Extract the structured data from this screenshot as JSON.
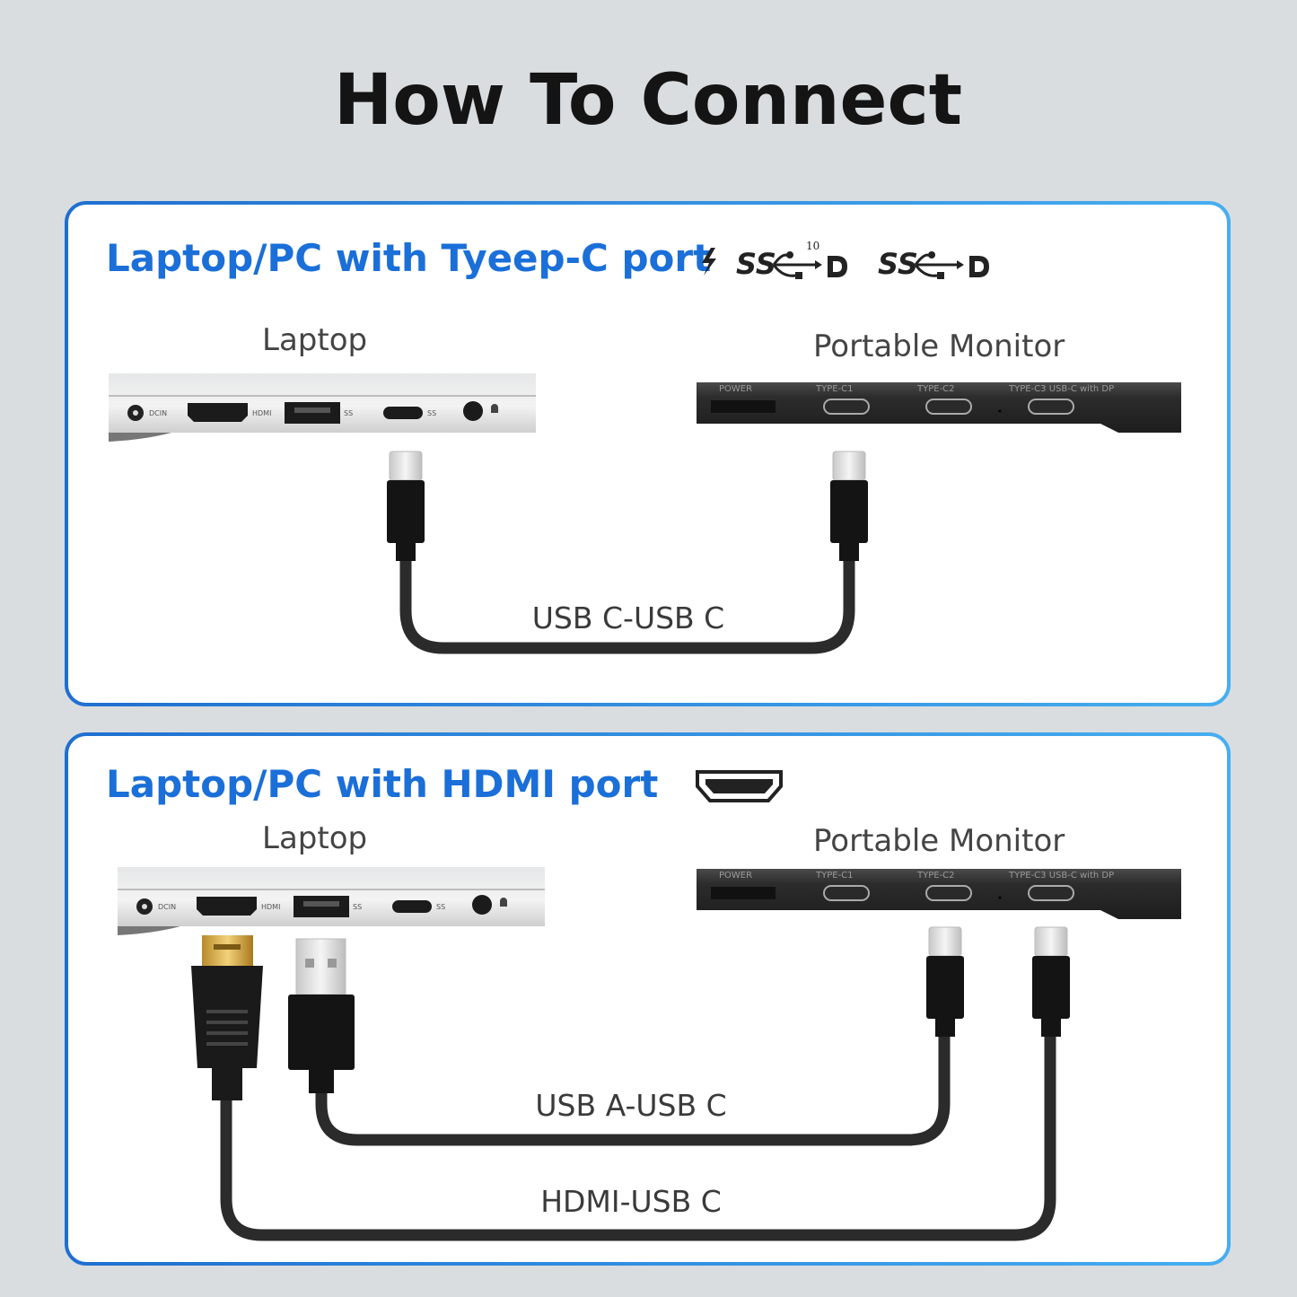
{
  "title": "How To Connect",
  "colors": {
    "background": "#d9dde0",
    "heading": "#1a6fd8",
    "panel_border": "#2a8be0",
    "cable": "#2b2b2b"
  },
  "section1": {
    "heading": "Laptop/PC with Tyeep-C port",
    "icons": [
      "thunderbolt-icon",
      "superspeed-usb-10-icon",
      "displayport-icon",
      "superspeed-usb-icon",
      "displayport-icon"
    ],
    "usb_speed_badge": "10",
    "ss_mark": "SS",
    "laptop_label": "Laptop",
    "monitor_label": "Portable Monitor",
    "cable_label": "USB C-USB C"
  },
  "section2": {
    "heading": "Laptop/PC with HDMI port",
    "icons": [
      "hdmi-port-icon"
    ],
    "laptop_label": "Laptop",
    "monitor_label": "Portable Monitor",
    "cable1_label": "USB A-USB C",
    "cable2_label": "HDMI-USB C"
  },
  "laptop_ports": {
    "dcin": "DCIN",
    "hdmi": "HDMI",
    "ss1": "SS",
    "ss2": "SS"
  },
  "monitor_ports": {
    "power": "POWER",
    "c1": "TYPE-C1",
    "c2": "TYPE-C2",
    "c3": "TYPE-C3 USB-C with DP"
  }
}
